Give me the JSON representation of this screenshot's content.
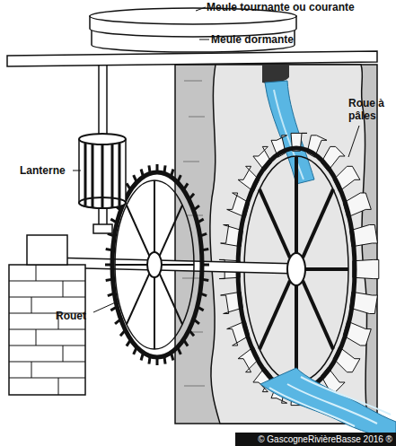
{
  "diagram": {
    "labels": [
      "Meule tournante ou courante",
      "Meule dormante",
      "Lanterne",
      "Roue à pâles",
      "Rouet",
      "© GascogneRivièreBasse 2016 ®"
    ]
  }
}
